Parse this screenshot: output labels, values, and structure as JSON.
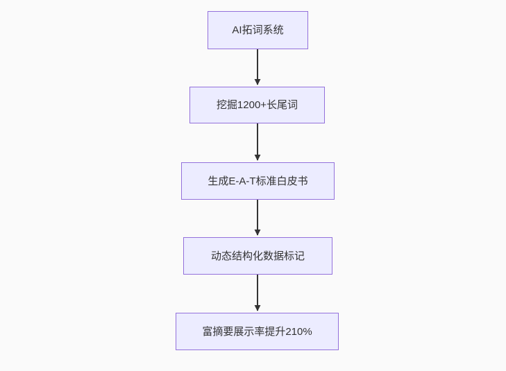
{
  "colors": {
    "background": "#fafafa",
    "node_fill": "#ECECFF",
    "node_border": "#9370DB",
    "edge": "#333333",
    "text": "#333333"
  },
  "flowchart": {
    "type": "flowchart",
    "direction": "top-down",
    "nodes": [
      {
        "id": "A",
        "label": "AI拓词系统"
      },
      {
        "id": "B",
        "label": "挖掘1200+长尾词"
      },
      {
        "id": "C",
        "label": "生成E-A-T标准白皮书"
      },
      {
        "id": "D",
        "label": "动态结构化数据标记"
      },
      {
        "id": "E",
        "label": "富摘要展示率提升210%"
      }
    ],
    "edges": [
      {
        "from": "A",
        "to": "B"
      },
      {
        "from": "B",
        "to": "C"
      },
      {
        "from": "C",
        "to": "D"
      },
      {
        "from": "D",
        "to": "E"
      }
    ]
  }
}
